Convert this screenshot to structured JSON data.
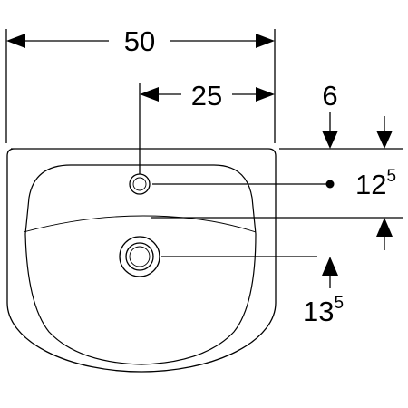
{
  "dimensions": {
    "overall_width": "50",
    "tap_hole_offset": "25",
    "rim_depth": "6",
    "tap_hole_height_main": "12",
    "tap_hole_height_sup": "5",
    "overflow_height_main": "13",
    "overflow_height_sup": "5"
  }
}
